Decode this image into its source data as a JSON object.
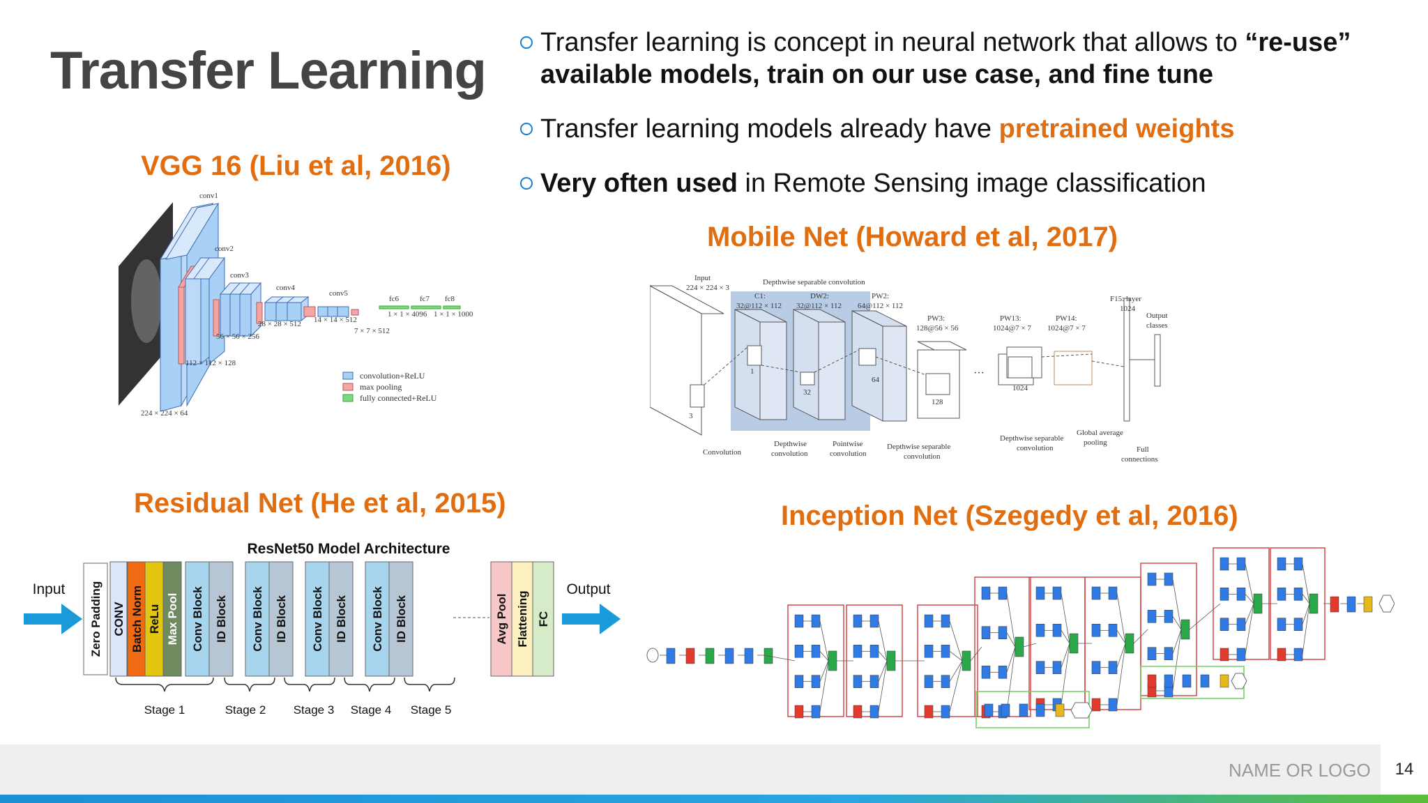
{
  "slide": {
    "title": "Transfer Learning",
    "bullets": [
      {
        "pre": "Transfer learning is concept in neural network that allows to ",
        "bold": "“re-use” available models, train on our use case, and fine tune",
        "post": ""
      },
      {
        "pre": "Transfer learning models already have ",
        "highlight": "pretrained weights",
        "post": ""
      },
      {
        "bold": "Very often used",
        "post": " in Remote Sensing image classification"
      }
    ],
    "footer": {
      "logo": "NAME OR LOGO",
      "page": "14"
    }
  },
  "vgg": {
    "heading": "VGG 16 (Liu et al, 2016)",
    "layers": [
      "conv1",
      "conv2",
      "conv3",
      "conv4",
      "conv5",
      "fc6",
      "fc7",
      "fc8"
    ],
    "dims": [
      "224 × 224 × 64",
      "112 × 112 × 128",
      "56 × 56 × 256",
      "28 × 28 × 512",
      "14 × 14 × 512",
      "7 × 7 × 512",
      "1 × 1 × 4096",
      "1 × 1 × 1000"
    ],
    "legend": [
      "convolution+ReLU",
      "max pooling",
      "fully connected+ReLU"
    ],
    "colors": {
      "conv": "#a9d0f5",
      "pool": "#f4a6a6",
      "fc": "#7dd87d"
    }
  },
  "mobilenet": {
    "heading": "Mobile Net (Howard et al, 2017)",
    "labels": {
      "input": "Input",
      "input_dim": "224 × 224 × 3",
      "dsc": "Depthwise separable convolution",
      "c1": "C1:",
      "c1_dim": "32@112 × 112",
      "dw2": "DW2:",
      "dw2_dim": "32@112 × 112",
      "pw2": "PW2:",
      "pw2_dim": "64@112 × 112",
      "pw3": "PW3:",
      "pw3_dim": "128@56 × 56",
      "pw13": "PW13:",
      "pw13_dim": "1024@7 × 7",
      "pw14": "PW14:",
      "pw14_dim": "1024@7 × 7",
      "f15": "F15: layer",
      "f15_dim": "1024",
      "output": "Output",
      "output2": "classes",
      "k3": "3",
      "k1": "1",
      "k32": "32",
      "k64": "64",
      "k128": "128",
      "k1024": "1024",
      "ellipsis": "···"
    },
    "bottom": [
      "Convolution",
      "Depthwise",
      "convolution",
      "Pointwise",
      "convolution",
      "Depthwise separable",
      "convolution",
      "Depthwise separable",
      "convolution",
      "Global average",
      "pooling",
      "Full",
      "connections"
    ]
  },
  "resnet": {
    "heading": "Residual Net (He et al, 2015)",
    "chart_title": "ResNet50 Model Architecture",
    "input": "Input",
    "output": "Output",
    "blocks": [
      "Zero Padding",
      "CONV",
      "Batch Norm",
      "ReLu",
      "Max Pool",
      "Conv Block",
      "ID Block",
      "Conv Block",
      "ID Block",
      "Conv Block",
      "ID Block",
      "Conv Block",
      "ID Block",
      "Avg Pool",
      "Flattening",
      "FC"
    ],
    "stages": [
      "Stage 1",
      "Stage 2",
      "Stage 3",
      "Stage 4",
      "Stage 5"
    ],
    "colors": {
      "zero": "#ffffff",
      "conv": "#dbe6fb",
      "bn": "#f06a13",
      "relu": "#e3c60f",
      "pool": "#6e8a5e",
      "cblock": "#a8d5ee",
      "idblock": "#b6c6d4",
      "avg": "#f8c8c8",
      "flat": "#fdf1c2",
      "fc": "#d6ecc8",
      "arrow": "#1a9ad8"
    }
  },
  "inception": {
    "heading": "Inception Net (Szegedy et al, 2016)",
    "colors": {
      "blue": "#2f7ae5",
      "red": "#e23b2e",
      "green": "#2aa84a",
      "yellow": "#e5b81c",
      "frame_red": "#d24a4a",
      "frame_green": "#6ccf5e"
    }
  }
}
